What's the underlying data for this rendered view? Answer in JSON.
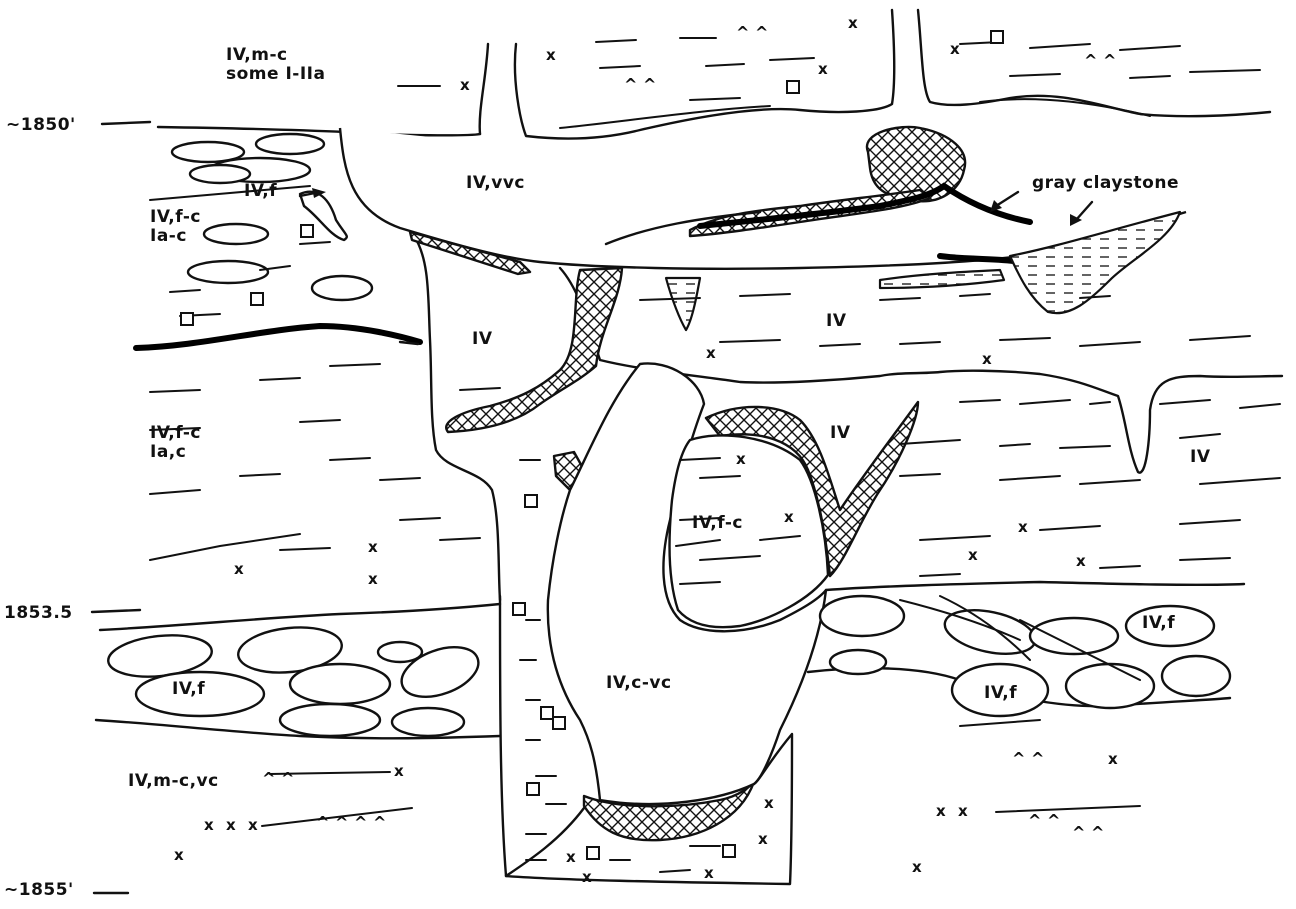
{
  "depth_marks": {
    "d1850": "~1850'",
    "d1853_5": "1853.5",
    "d1855": "~1855'"
  },
  "labels": {
    "top_left": "IV,m-c\nsome I-IIa",
    "vvc": "IV,vvc",
    "f_small": "IV,f",
    "fc_ia": "IV,f-c\nIa-c",
    "iv_left": "IV",
    "iv_right_upper": "IV",
    "iv_mid_left": "IV,f-c\nIa,c",
    "iv_mid": "IV",
    "iv_far_right": "IV",
    "fc_block": "IV,f-c",
    "cvc": "IV,c-vc",
    "f_left_bed": "IV,f",
    "f_right_bed_1": "IV,f",
    "f_right_bed_2": "IV,f",
    "bottom_left": "IV,m-c,vc",
    "gray_claystone": "gray claystone"
  },
  "symbols": {
    "x_mark": "x",
    "chevron": "^\n^"
  }
}
